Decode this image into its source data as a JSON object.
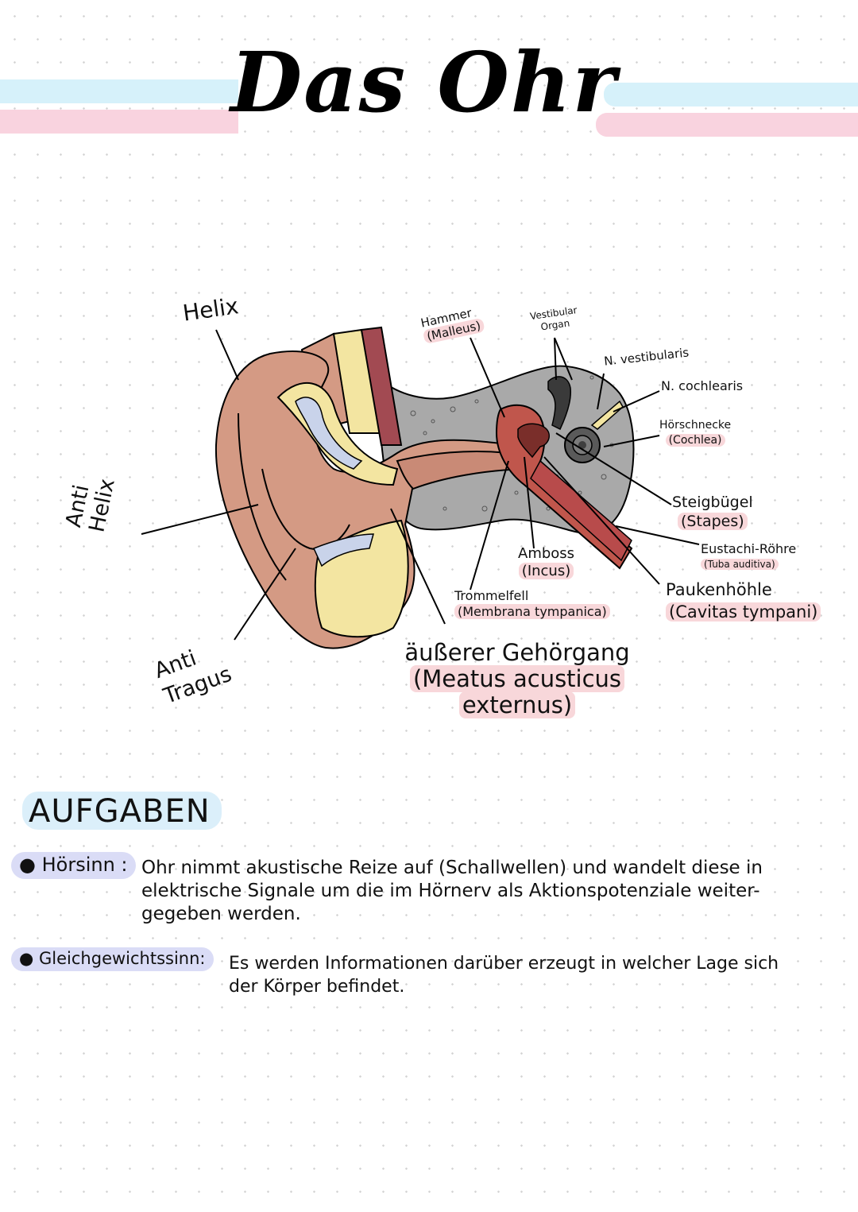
{
  "title": "Das Ohr",
  "colors": {
    "band_blue": "#d6f1fa",
    "band_pink": "#f9d3df",
    "highlight_pink": "#f8d7da",
    "highlight_blue": "#dbeffa",
    "highlight_lavender": "#dadcf6",
    "skin": "#d49a84",
    "bone_grey": "#a9a9a9",
    "cartilage_yellow": "#f3e5a1",
    "tube_red": "#b84b4b"
  },
  "labels": {
    "helix": "Helix",
    "anti_helix": [
      "Anti",
      "Helix"
    ],
    "anti_tragus": [
      "Anti",
      "Tragus"
    ],
    "hammer": [
      "Hammer",
      "(Malleus)"
    ],
    "vestibular": [
      "Vestibular",
      "Organ"
    ],
    "n_vestibularis": "N. vestibularis",
    "n_cochlearis": "N. cochlearis",
    "hoerschnecke": [
      "Hörschnecke",
      "(Cochlea)"
    ],
    "steigbuegel": [
      "Steigbügel",
      "(Stapes)"
    ],
    "eustachi": [
      "Eustachi-Röhre",
      "(Tuba auditiva)"
    ],
    "amboss": [
      "Amboss",
      "(Incus)"
    ],
    "trommelfell": [
      "Trommelfell",
      "(Membrana tympanica)"
    ],
    "paukenhoehle": [
      "Paukenhöhle",
      "(Cavitas tympani)"
    ],
    "gehoergang": [
      "äußerer Gehörgang",
      "(Meatus acusticus",
      "externus)"
    ]
  },
  "aufgaben": {
    "title": "AUFGABEN",
    "items": [
      {
        "term": "Hörsinn :",
        "lines": [
          "Ohr nimmt akustische Reize auf (Schallwellen) und wandelt diese in",
          "elektrische Signale um die im Hörnerv als Aktionspotenziale weiter-",
          "gegeben werden."
        ]
      },
      {
        "term": "Gleichgewichtssinn:",
        "lines": [
          "Es werden Informationen darüber erzeugt in welcher Lage sich",
          "der Körper befindet."
        ]
      }
    ]
  }
}
